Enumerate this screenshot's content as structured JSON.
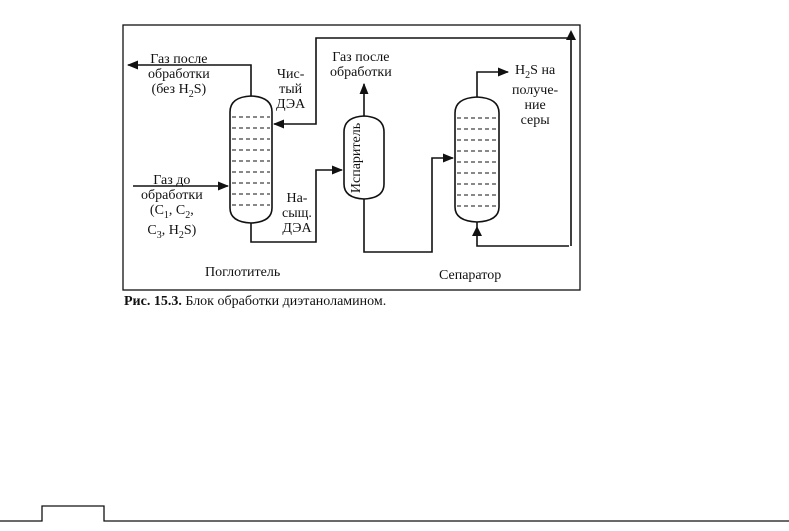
{
  "labels": {
    "gas_after_left": [
      "Газ после",
      "обработки",
      "(без H",
      "2",
      "S)"
    ],
    "gas_after_center": [
      "Газ после",
      "обработки"
    ],
    "clean_dea": [
      "Чис-",
      "тый",
      "ДЭА"
    ],
    "saturated_dea": [
      "На-",
      "сыщ.",
      "ДЭА"
    ],
    "gas_before": [
      "Газ до",
      "обработки",
      "(C",
      "1",
      ",  C",
      "2",
      ",",
      "C",
      "3",
      ",  H",
      "2",
      "S)"
    ],
    "h2s": [
      "H",
      "2",
      "S на",
      "получе-",
      "ние",
      "серы"
    ],
    "evaporator": "Испаритель",
    "absorber": "Поглотитель",
    "separator": "Сепаратор"
  },
  "caption": {
    "bold": "Рис. 15.3.",
    "text": " Блок обработки диэтаноламином."
  }
}
